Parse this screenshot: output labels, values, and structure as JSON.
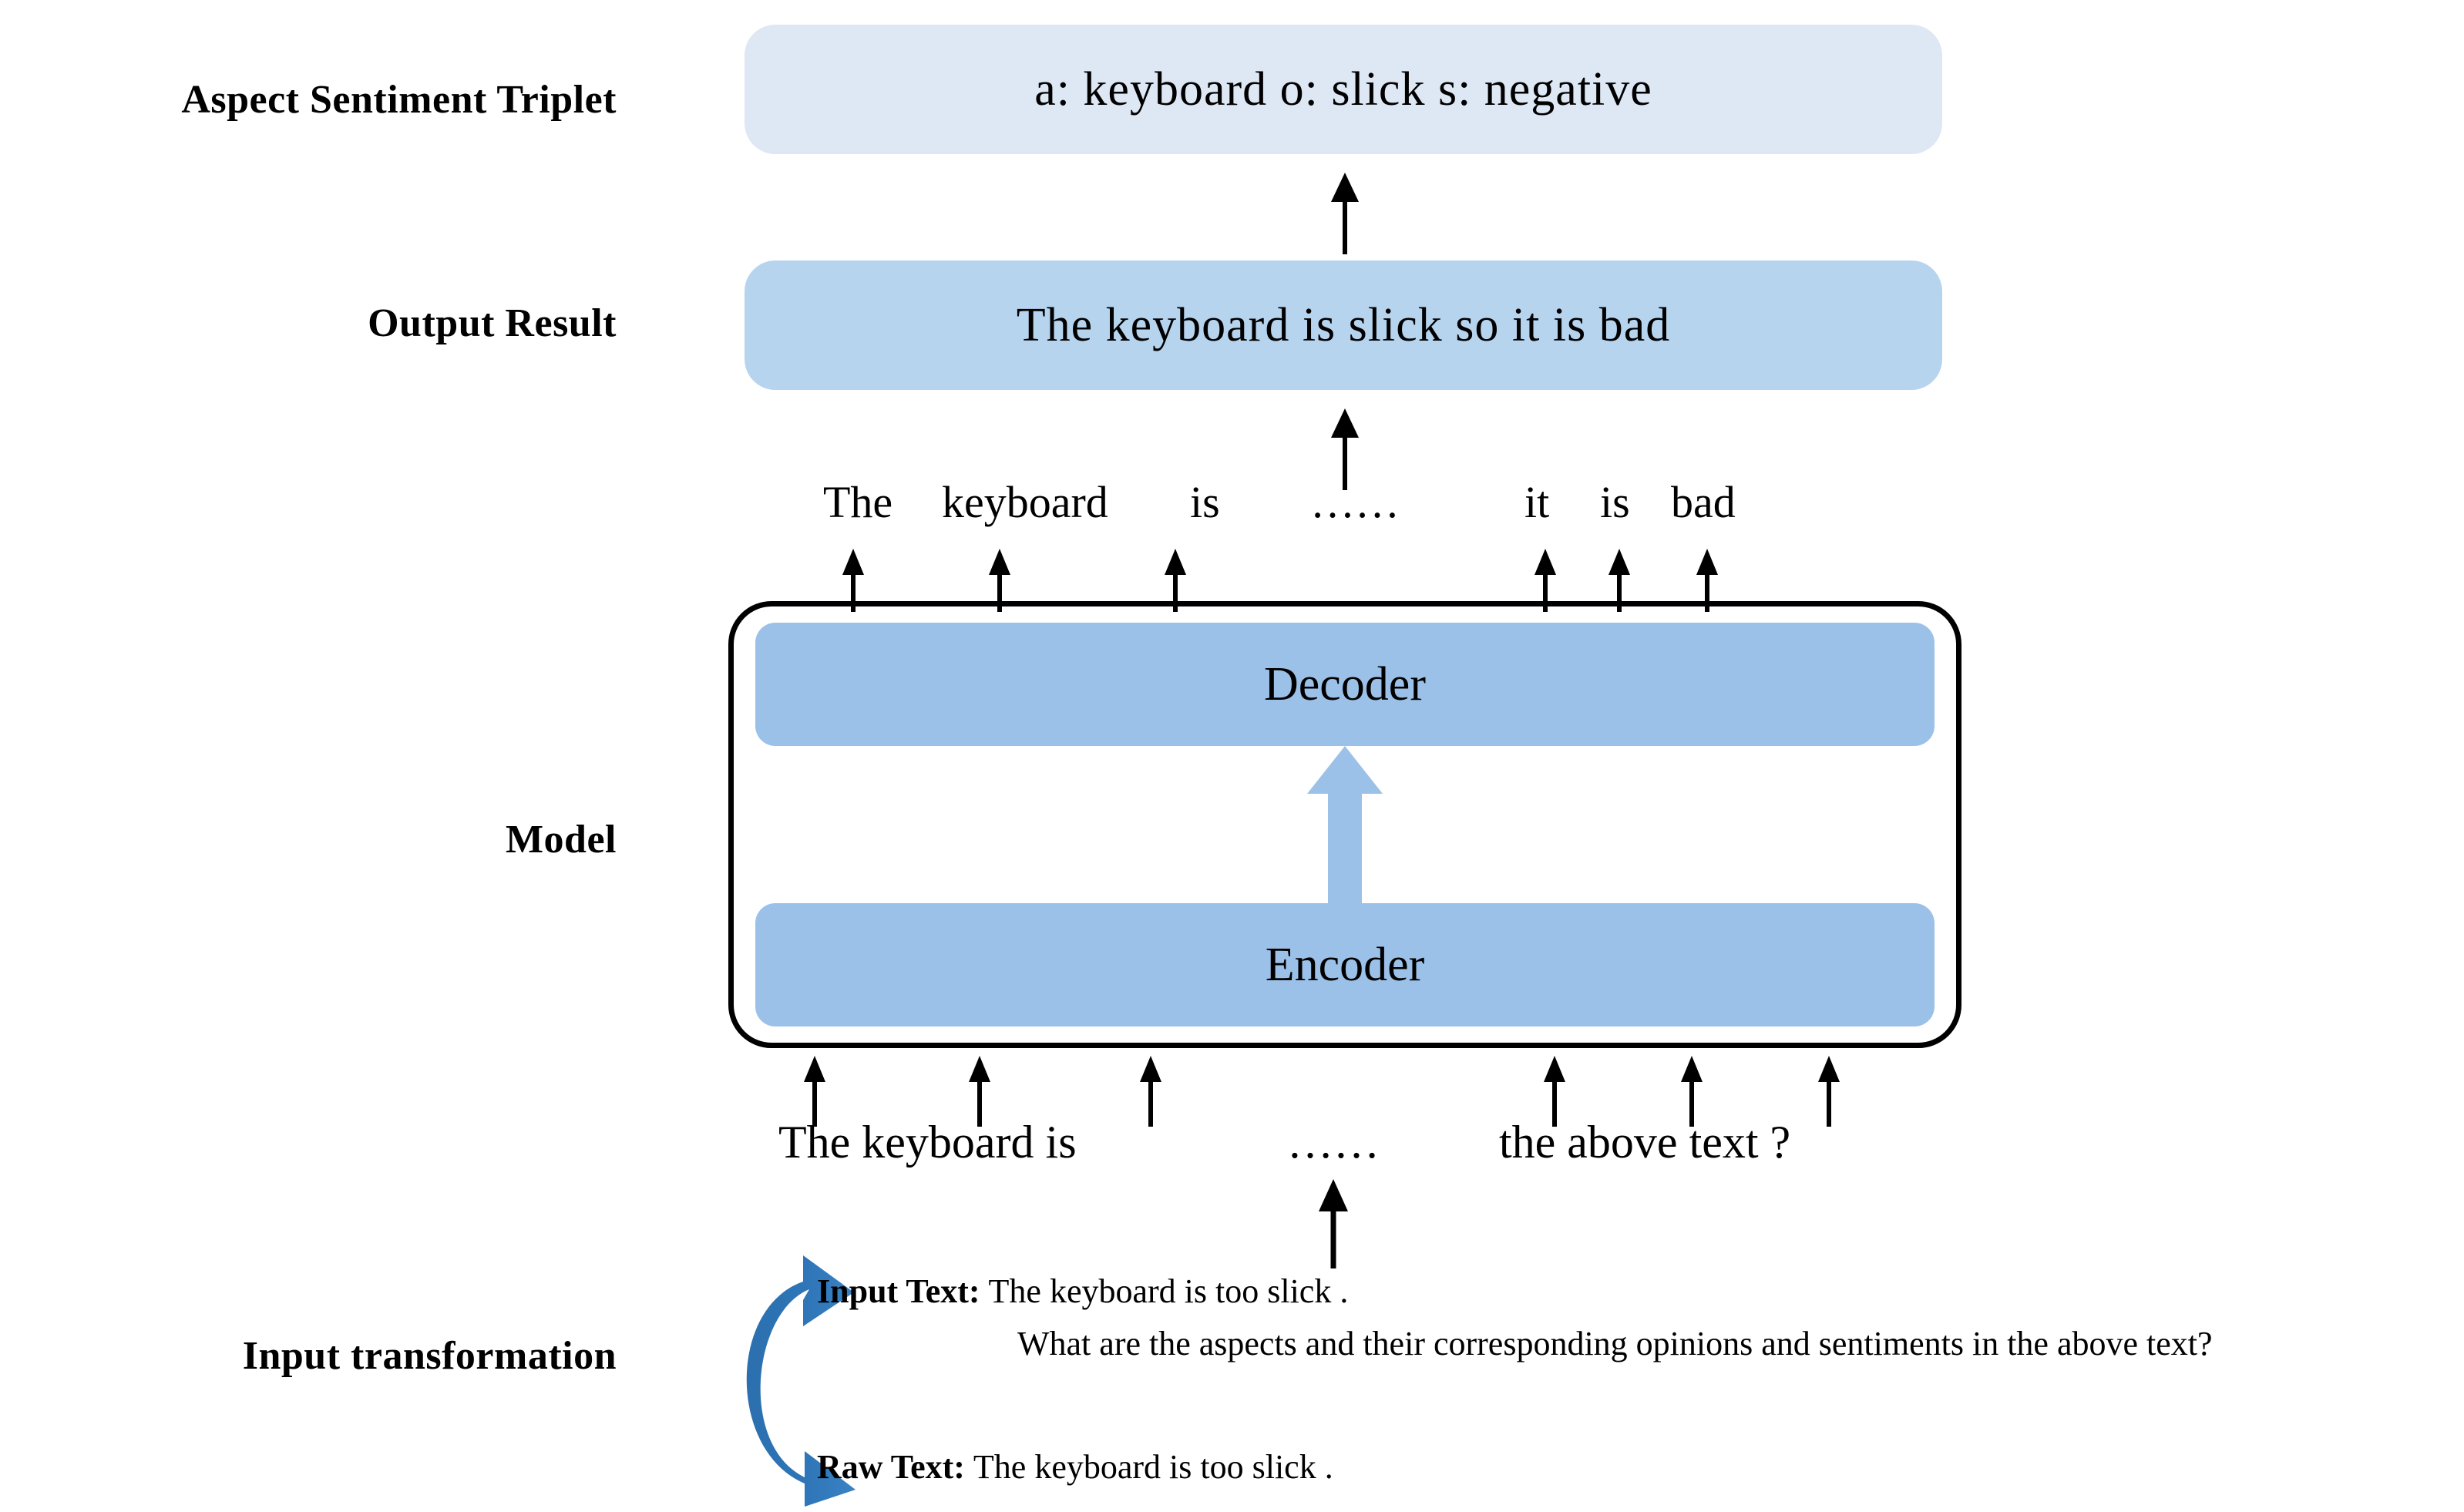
{
  "diagram": {
    "title_colors": {
      "triplet_box": "#dee7f4",
      "output_box": "#b7d4ef",
      "encoder_decoder_box": "#9cc1e8",
      "curved_arrow": "#2e76b8",
      "fat_arrow": "#9cc1e8",
      "text": "#000000"
    },
    "row_labels": {
      "aspect_sentiment_triplet": "Aspect Sentiment Triplet",
      "output_result": "Output Result",
      "model": "Model",
      "input_transformation": "Input transformation"
    },
    "triplet_box": {
      "aspect": "a: keyboard",
      "opinion": "o: slick",
      "sentiment": "s: negative",
      "full_text": "a: keyboard   o: slick   s: negative"
    },
    "output_box": {
      "text": "The keyboard is slick so it is bad"
    },
    "decoder_tokens": [
      "The",
      "keyboard",
      "is",
      "……",
      "it",
      "is",
      "bad"
    ],
    "model": {
      "decoder_label": "Decoder",
      "encoder_label": "Encoder"
    },
    "encoder_tokens": [
      "The keyboard is",
      "……",
      "the above text ?"
    ],
    "input_transformation": {
      "input_text_label": "Input Text:",
      "input_text_value": "The keyboard is too slick .",
      "input_text_question": "What are the aspects and their corresponding opinions and sentiments in the above text?",
      "raw_text_label": "Raw Text:",
      "raw_text_value": "The keyboard is too slick ."
    }
  }
}
